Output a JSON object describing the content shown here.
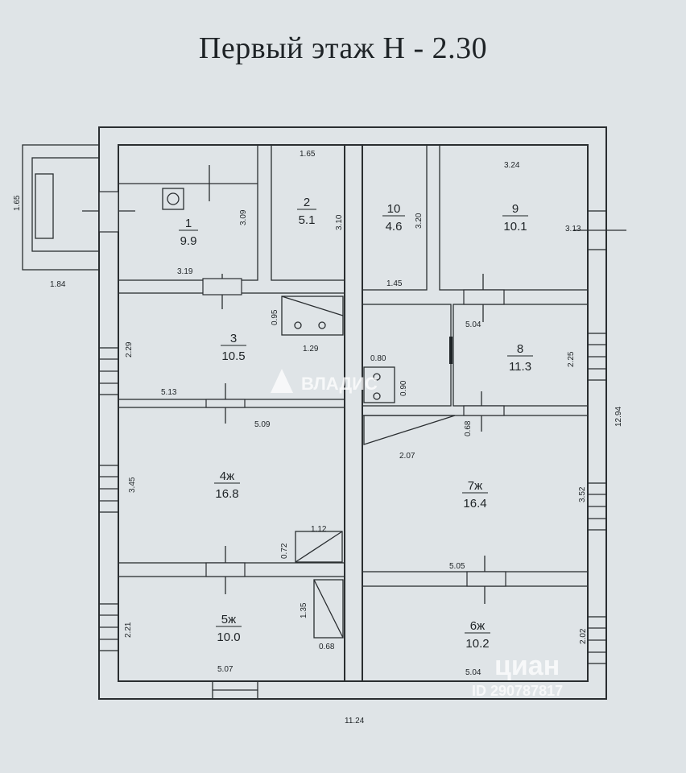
{
  "title": "Первый этаж  Н - 2.30",
  "rooms": [
    {
      "num": "1",
      "area": "9.9"
    },
    {
      "num": "2",
      "area": "5.1"
    },
    {
      "num": "3",
      "area": "10.5"
    },
    {
      "num": "4ж",
      "area": "16.8"
    },
    {
      "num": "5ж",
      "area": "10.0"
    },
    {
      "num": "6ж",
      "area": "10.2"
    },
    {
      "num": "7ж",
      "area": "16.4"
    },
    {
      "num": "8",
      "area": "11.3"
    },
    {
      "num": "9",
      "area": "10.1"
    },
    {
      "num": "10",
      "area": "4.6"
    }
  ],
  "dimensions": {
    "d_165": "1.65",
    "d_324": "3.24",
    "d_309": "3.09",
    "d_310": "3.10",
    "d_320": "3.20",
    "d_313": "3.13",
    "d_319": "3.19",
    "d_145": "1.45",
    "d_504a": "5.04",
    "d_095": "0.95",
    "d_129": "1.29",
    "d_229": "2.29",
    "d_080": "0.80",
    "d_090": "0.90",
    "d_225": "2.25",
    "d_513": "5.13",
    "d_509": "5.09",
    "d_068a": "0.68",
    "d_207": "2.07",
    "d_1294": "12.94",
    "d_345": "3.45",
    "d_352": "3.52",
    "d_112": "1.12",
    "d_072": "0.72",
    "d_505": "5.05",
    "d_135": "1.35",
    "d_221": "2.21",
    "d_202": "2.02",
    "d_068b": "0.68",
    "d_507": "5.07",
    "d_504b": "5.04",
    "d_1124": "11.24",
    "d_184": "1.84",
    "d_porch": "1.65"
  },
  "watermarks": {
    "vladis": "ВЛАДИС",
    "cian": "циан",
    "cian_id": "ID 290787817"
  },
  "colors": {
    "background": "#dfe4e7",
    "lines": "#2a2e31",
    "text": "#1e2326"
  }
}
